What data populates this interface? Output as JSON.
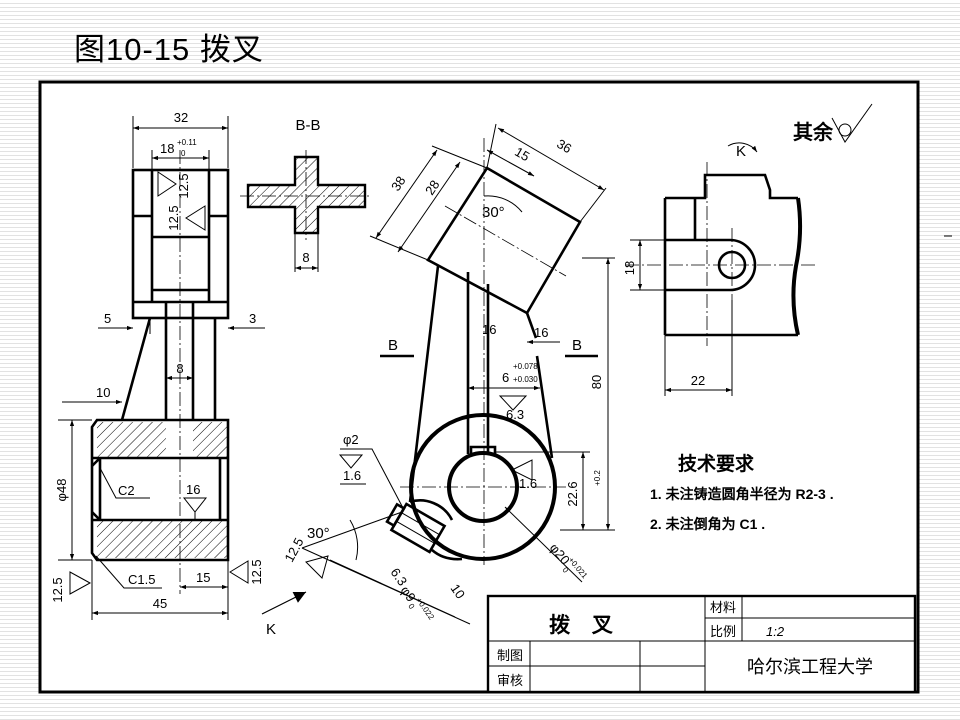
{
  "slide": {
    "title": "图10-15 拨叉"
  },
  "front_view": {
    "dim_width": "32",
    "dim_slot": "18",
    "dim_slot_tol_upper": "+0.11",
    "dim_slot_tol_lower": "0",
    "roughness_slot_inner": "12.5",
    "roughness_slot_face": "12.5",
    "dim_left_step": "5",
    "dim_right_step": "3",
    "dim_rib": "8",
    "dim_taper": "10",
    "dim_boss_diameter": "φ48",
    "chamfer_outer": "C2",
    "roughness_bore": "16",
    "chamfer_inner": "C1.5",
    "dim_half_length": "15",
    "roughness_right_face": "12.5",
    "dim_length": "45",
    "roughness_left_face": "12.5"
  },
  "section_bb": {
    "label": "B-B",
    "dim_thickness": "8"
  },
  "main_view": {
    "dim_38": "38",
    "dim_28": "28",
    "dim_15": "15",
    "dim_36": "36",
    "angle_head": "30°",
    "dim_16_left": "16",
    "dim_16_right": "16",
    "section_mark_left": "B",
    "section_mark_right": "B",
    "dim_slot_width": "6",
    "slot_tol_upper": "+0.078",
    "slot_tol_lower": "+0.030",
    "roughness_slot": "6.3",
    "dim_height": "80",
    "dim_keyway": "22.6",
    "keyway_tol": "+0.2",
    "roughness_bore": "1.6",
    "dim_bore": "φ20",
    "bore_tol_upper": "+0.021",
    "bore_tol_lower": "0",
    "dim_pin_hole": "φ2",
    "roughness_pin_hole": "1.6",
    "angle_boss": "30°",
    "roughness_boss_face": "12.5",
    "roughness_boss_hole": "6.3",
    "dim_boss_hole": "φ9",
    "boss_hole_tol_upper": "+0.022",
    "boss_hole_tol_lower": "0",
    "dim_boss_10": "10",
    "dim_boss_30": "30",
    "view_arrow_label": "K"
  },
  "k_view": {
    "view_label": "K",
    "dim_18": "18",
    "dim_22": "22"
  },
  "surface_note": {
    "label": "其余"
  },
  "tech_requirements": {
    "title": "技术要求",
    "items": [
      "1. 未注铸造圆角半径为 R2-3 .",
      "2. 未注倒角为 C1 ."
    ]
  },
  "title_block": {
    "part_name": "拨 叉",
    "material_label": "材料",
    "scale_label": "比例",
    "scale_value": "1:2",
    "drawn_label": "制图",
    "checked_label": "审核",
    "institution": "哈尔滨工程大学"
  }
}
